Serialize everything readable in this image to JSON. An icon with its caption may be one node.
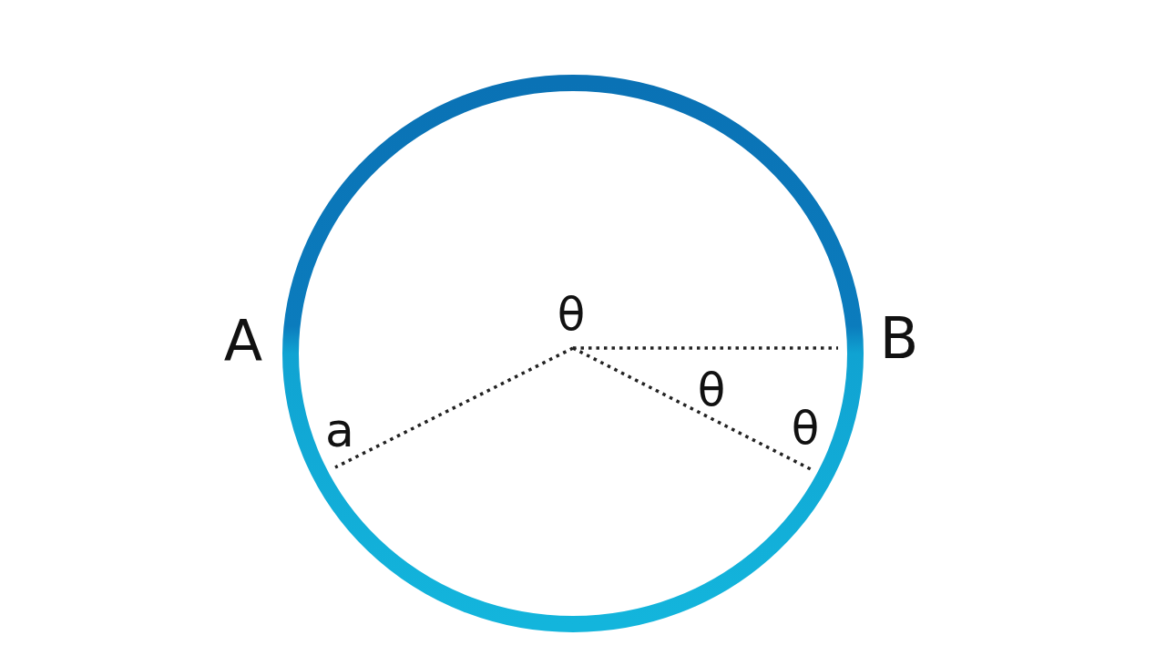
{
  "diagram": {
    "labels": [
      "θ",
      "A",
      "B",
      "θ",
      "a",
      "θ"
    ]
  }
}
